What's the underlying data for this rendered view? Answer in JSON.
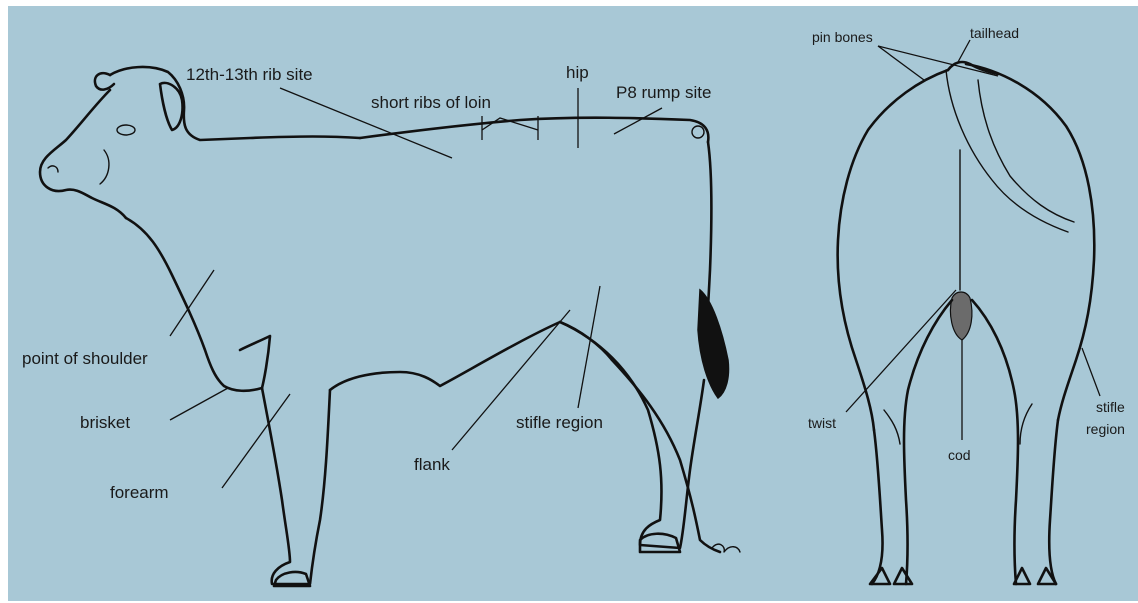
{
  "colors": {
    "background": "#a8c8d6",
    "ink": "#111111",
    "frame": "#ffffff"
  },
  "side_view": {
    "labels": {
      "rib_site": "12th-13th rib site",
      "short_ribs": "short ribs of loin",
      "hip": "hip",
      "p8": "P8 rump site",
      "point_of_shoulder": "point of shoulder",
      "brisket": "brisket",
      "forearm": "forearm",
      "flank": "flank",
      "stifle": "stifle region"
    }
  },
  "rear_view": {
    "labels": {
      "pin_bones": "pin bones",
      "tailhead": "tailhead",
      "twist": "twist",
      "cod": "cod",
      "stifle_line1": "stifle",
      "stifle_line2": "region"
    }
  }
}
